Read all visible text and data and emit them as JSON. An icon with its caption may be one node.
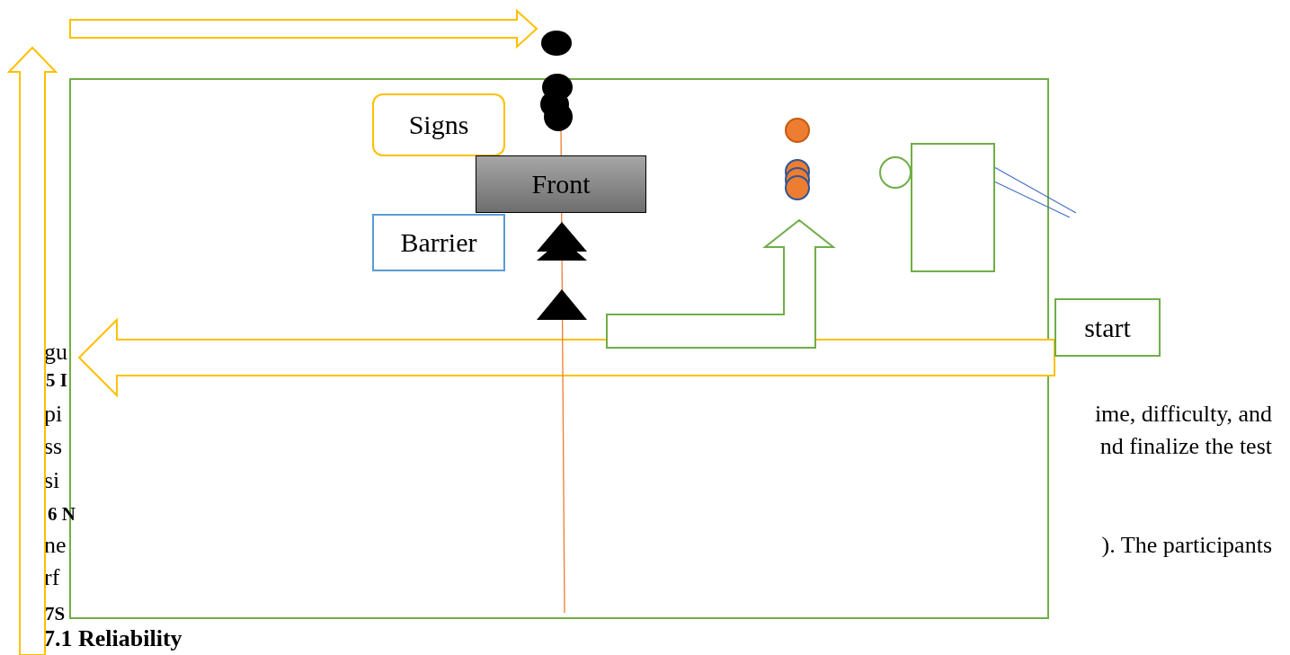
{
  "diagram": {
    "nodes": [
      {
        "text": [],
        "shape": "box"
      },
      {
        "text": [
          "Signs"
        ],
        "in": 0
      },
      {
        "text": [
          "Front"
        ],
        "in": 0
      },
      {
        "text": [
          "Barrier"
        ],
        "in": 0
      },
      {
        "text": [],
        "shape": "circle",
        "in": 0
      },
      {
        "text": [],
        "shape": "box",
        "in": 0
      },
      {
        "text": [
          "start"
        ]
      }
    ],
    "labels": [
      "gu",
      "5 I",
      "pi",
      "ss",
      "si",
      "6 N",
      "ne",
      "rf",
      "7S",
      "7.1 Reliability",
      "ime, difficulty, and",
      "nd finalize the test",
      "). The participants"
    ]
  }
}
